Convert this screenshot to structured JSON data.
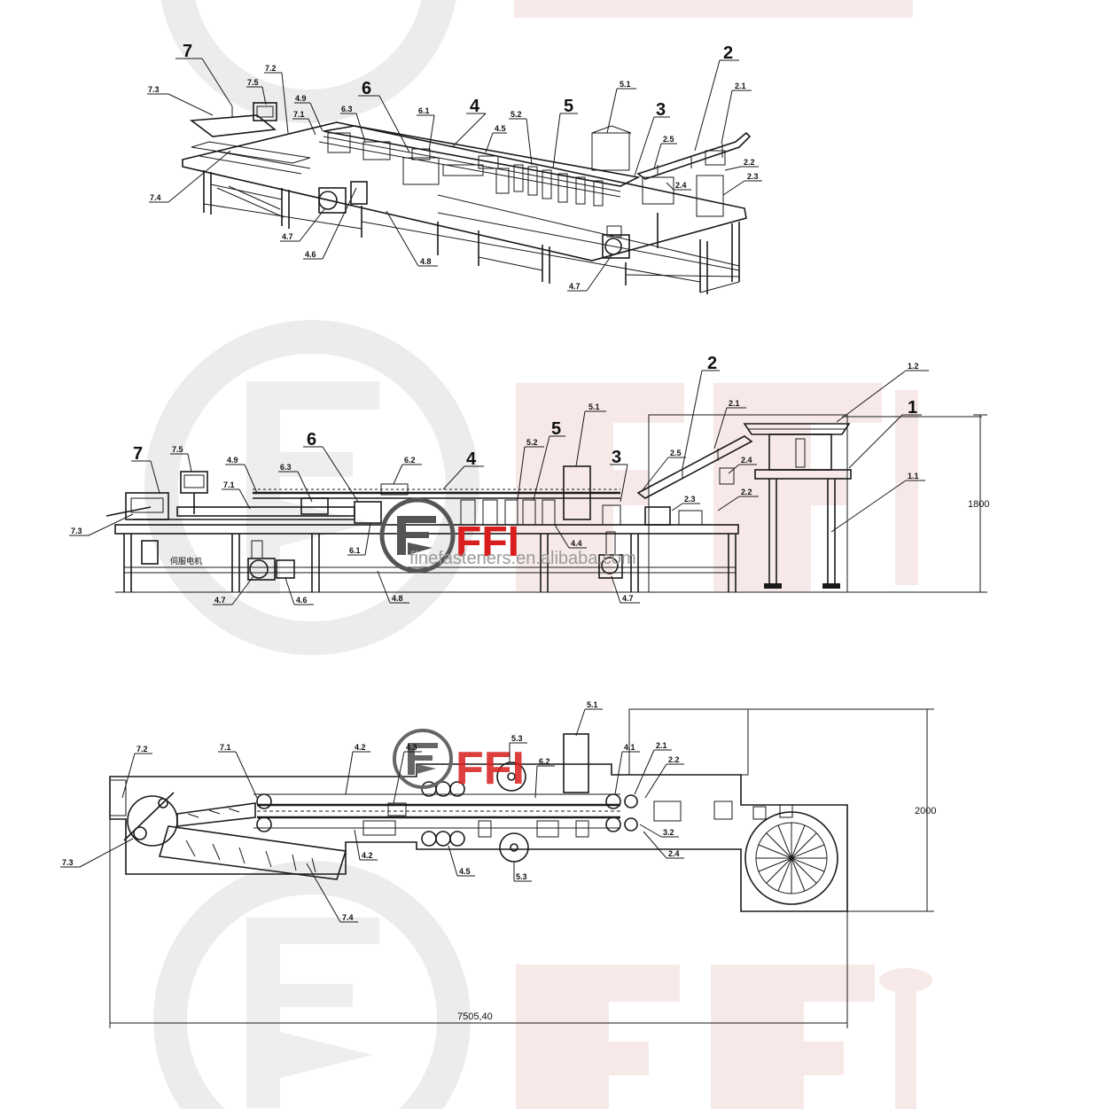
{
  "logo": {
    "text": "FFI",
    "url": "finefasteners.en.alibaba.com",
    "brand_color": "#d81e1e"
  },
  "views": {
    "iso": {
      "callouts": [
        "7",
        "7.2",
        "7.3",
        "7.5",
        "7.1",
        "4.9",
        "6.3",
        "6",
        "6.1",
        "4",
        "4.5",
        "5.2",
        "5",
        "5.1",
        "3",
        "2.5",
        "2",
        "2.1",
        "2.2",
        "2.3",
        "2.4",
        "7.4",
        "4.7",
        "4.6",
        "4.8",
        "4.7"
      ]
    },
    "front": {
      "callouts": [
        "1.2",
        "1",
        "1.1",
        "2",
        "2.1",
        "2.4",
        "2.5",
        "2.3",
        "2.2",
        "3",
        "5",
        "5.1",
        "5.2",
        "4",
        "4.4",
        "6.2",
        "6",
        "6.3",
        "6.1",
        "4.9",
        "7.1",
        "7.5",
        "7",
        "7.3",
        "4.7",
        "4.6",
        "4.8",
        "4.7"
      ],
      "height_dim": "1800",
      "motor_label": "伺服电机"
    },
    "top": {
      "callouts": [
        "5.1",
        "7.2",
        "7.1",
        "4.2",
        "4.3",
        "5.3",
        "6.2",
        "4.1",
        "2.1",
        "2.2",
        "7.3",
        "4.2",
        "4.5",
        "5.3",
        "3.2",
        "2.4",
        "7.4"
      ],
      "width_dim": "2000",
      "length_dim": "7505,40"
    }
  }
}
